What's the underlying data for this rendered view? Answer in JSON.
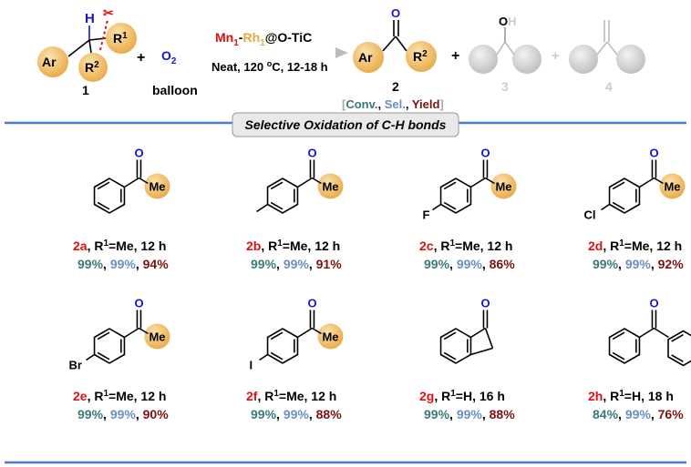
{
  "header": {
    "reactant1_label": "1",
    "reactant1_atoms": {
      "h": "H",
      "r1": "R1",
      "r2": "R2",
      "ar": "Ar"
    },
    "oxidant": "O2",
    "oxidant_note": "balloon",
    "catalyst": {
      "mn": "Mn1",
      "dash": "-",
      "rh": "Rh1",
      "support": "@O-TiC"
    },
    "conditions": "Neat, 120 °C, 12-18 h",
    "product2_label": "2",
    "product2_atoms": {
      "o": "O",
      "ar": "Ar",
      "r2": "R2"
    },
    "product3_label": "3",
    "product3_atom": "OH",
    "product4_label": "4",
    "metrics_legend": {
      "conv": "Conv.",
      "sel": "Sel.",
      "yield": "Yield"
    }
  },
  "banner": "Selective Oxidation of C-H bonds",
  "colors": {
    "conversion": "#3c7a78",
    "selectivity": "#6a8fc0",
    "yield": "#7a1212",
    "compound_id": "#e01010",
    "substituent": "#e8a838",
    "oxygen": "#1515d0",
    "rule": "#4f79c9"
  },
  "products": [
    {
      "id": "2a",
      "condition": ", R1=Me, 12 h",
      "conversion": "99%",
      "selectivity": "99%",
      "yield": "94%",
      "substituent": "H",
      "ketone": "Me"
    },
    {
      "id": "2b",
      "condition": ", R1=Me, 12 h",
      "conversion": "99%",
      "selectivity": "99%",
      "yield": "91%",
      "substituent": "methyl",
      "ketone": "Me"
    },
    {
      "id": "2c",
      "condition": ", R1=Me, 12 h",
      "conversion": "99%",
      "selectivity": "99%",
      "yield": "86%",
      "substituent": "F",
      "ketone": "Me"
    },
    {
      "id": "2d",
      "condition": ", R1=Me, 12 h",
      "conversion": "99%",
      "selectivity": "99%",
      "yield": "92%",
      "substituent": "Cl",
      "ketone": "Me"
    },
    {
      "id": "2e",
      "condition": ", R1=Me, 12 h",
      "conversion": "99%",
      "selectivity": "99%",
      "yield": "90%",
      "substituent": "Br",
      "ketone": "Me"
    },
    {
      "id": "2f",
      "condition": ", R1=Me, 12 h",
      "conversion": "99%",
      "selectivity": "99%",
      "yield": "88%",
      "substituent": "I",
      "ketone": "Me"
    },
    {
      "id": "2g",
      "condition": ", R1=H, 16 h",
      "conversion": "99%",
      "selectivity": "99%",
      "yield": "88%",
      "substituent": "indanone",
      "ketone": "O"
    },
    {
      "id": "2h",
      "condition": ", R1=H, 18 h",
      "conversion": "84%",
      "selectivity": "99%",
      "yield": "76%",
      "substituent": "phenyl",
      "ketone": "O"
    }
  ]
}
